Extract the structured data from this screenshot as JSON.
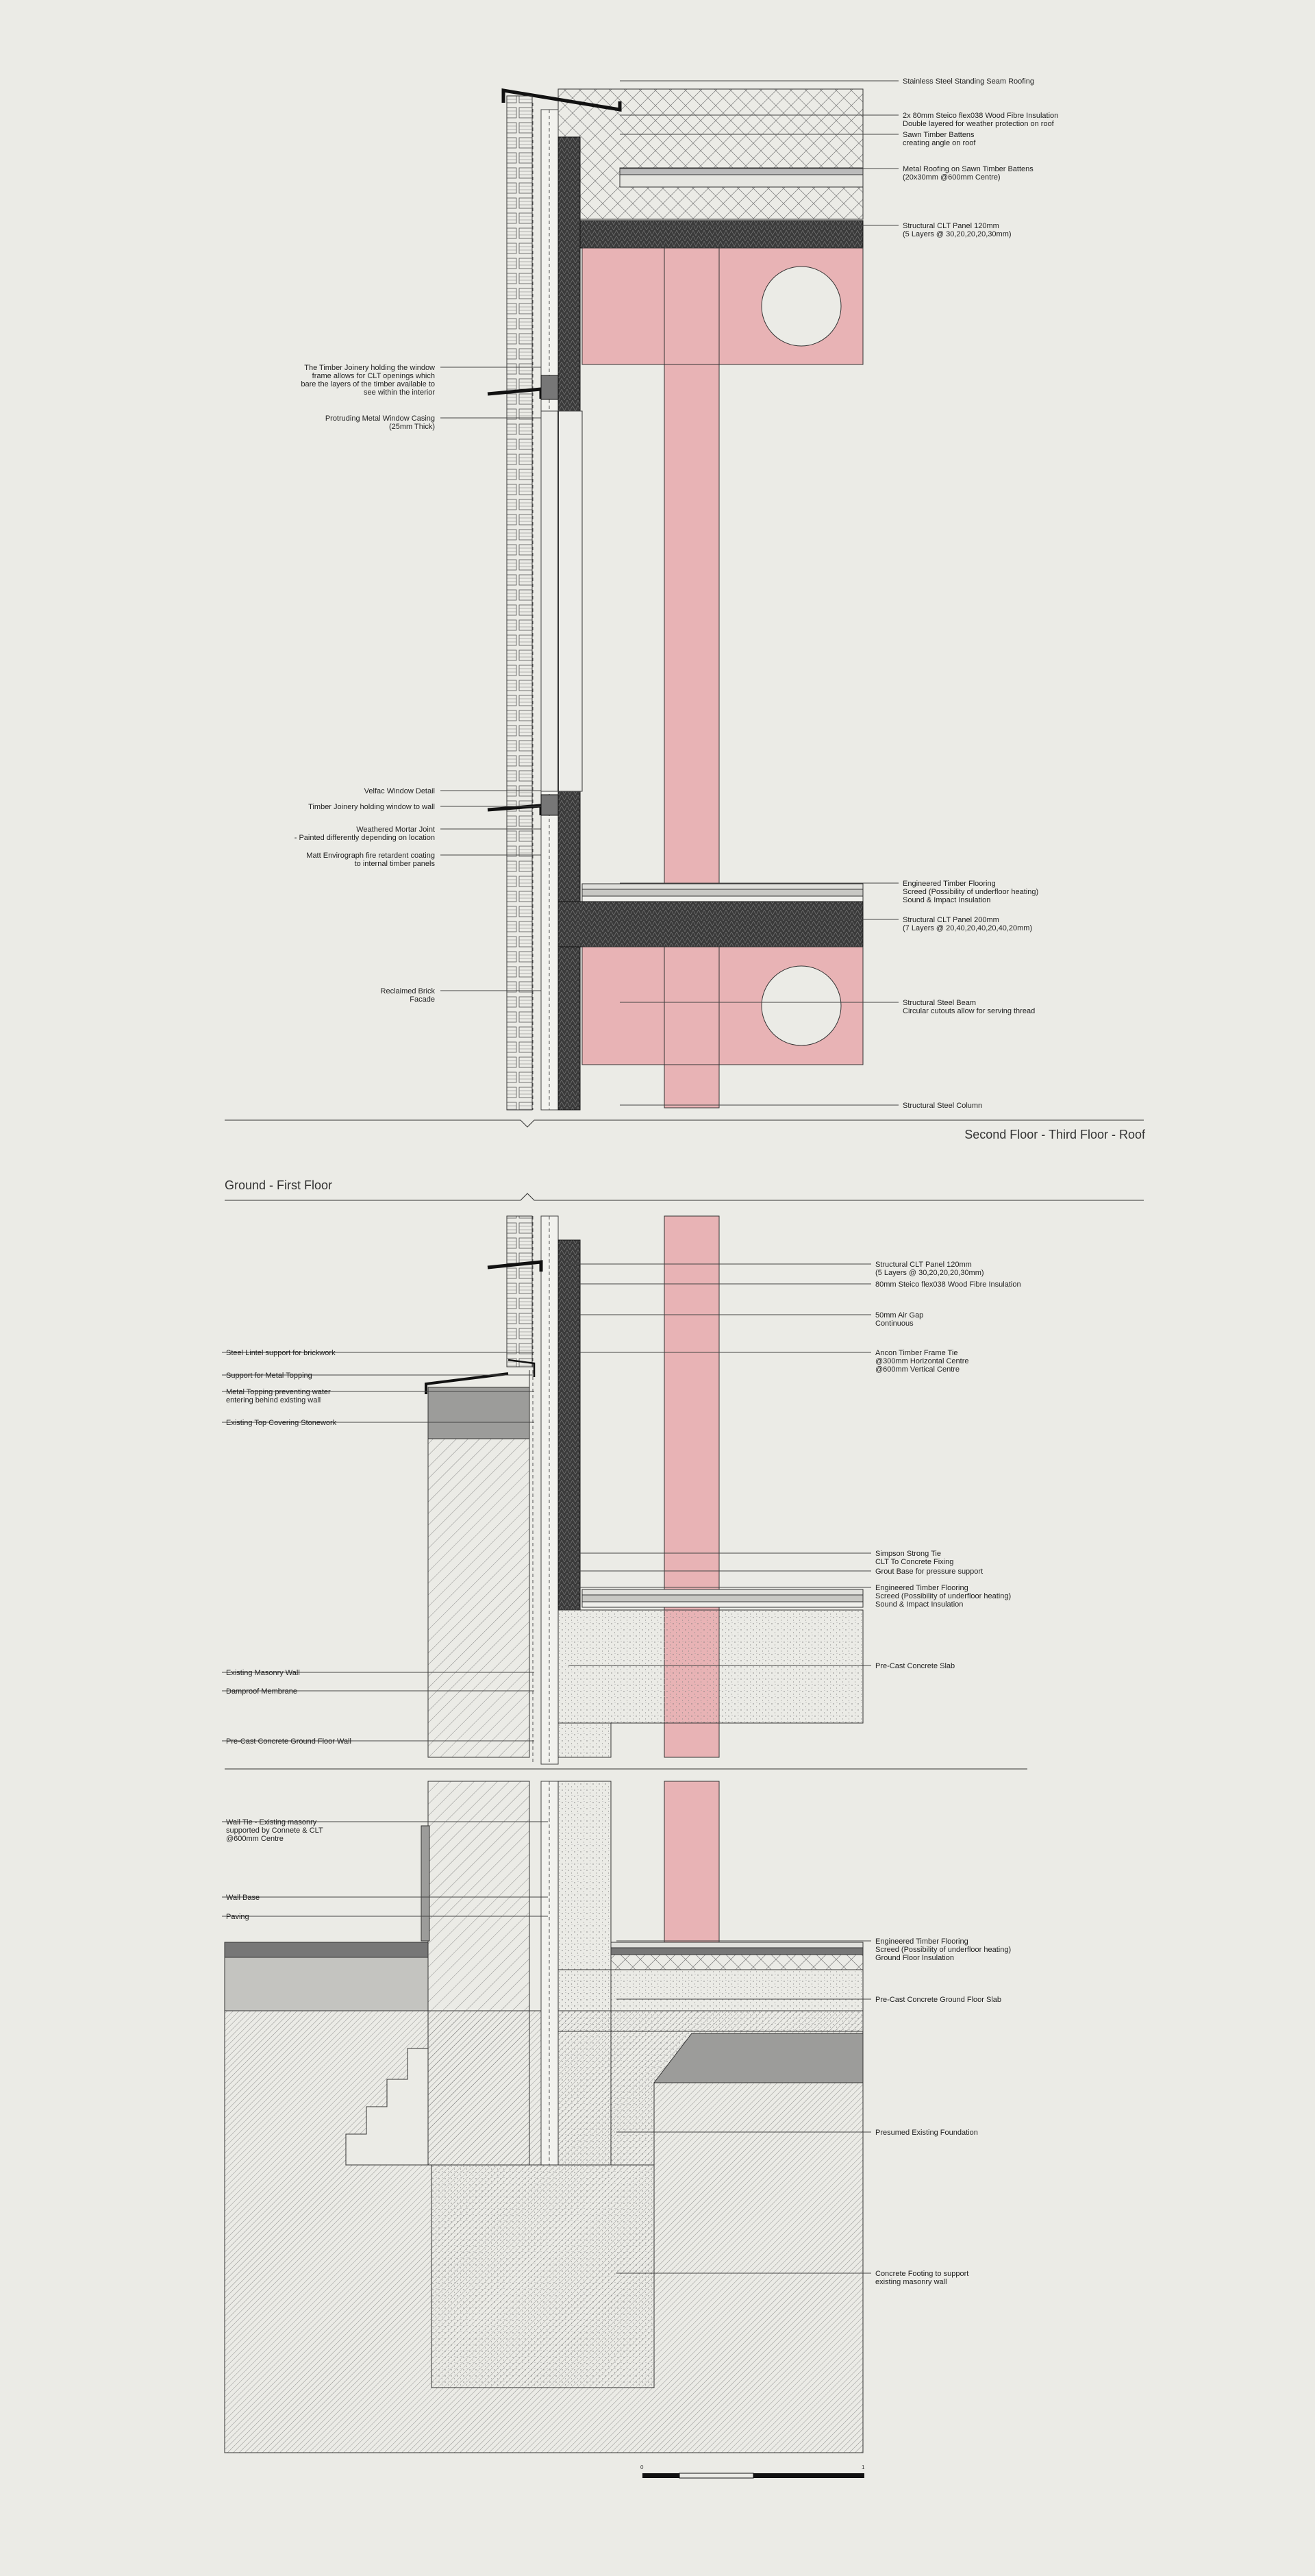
{
  "sections": {
    "upper_title": "Second Floor - Third Floor - Roof",
    "lower_title": "Ground - First Floor"
  },
  "annotations": {
    "right_upper": [
      [
        "Stainless Steel Standing Seam Roofing"
      ],
      [
        "2x 80mm Steico flex038 Wood Fibre Insulation",
        "Double layered for weather protection on roof"
      ],
      [
        "Sawn Timber Battens",
        "creating angle on roof"
      ],
      [
        "Metal Roofing on Sawn Timber Battens",
        "(20x30mm @600mm Centre)"
      ],
      [
        "Structural CLT Panel 120mm",
        "(5 Layers @ 30,20,20,20,30mm)"
      ],
      [
        "Engineered Timber Flooring",
        "Screed (Possibility of underfloor heating)",
        "Sound & Impact Insulation"
      ],
      [
        "Structural CLT Panel 200mm",
        "(7 Layers @ 20,40,20,40,20,40,20mm)"
      ],
      [
        "Structural Steel Beam",
        "Circular cutouts allow for serving thread"
      ],
      [
        "Structural Steel Column"
      ]
    ],
    "left_upper": [
      [
        "The Timber Joinery holding the window",
        "frame allows for CLT openings which",
        "bare the layers of the timber available to",
        "see within the interior"
      ],
      [
        "Protruding Metal Window Casing",
        "(25mm Thick)"
      ],
      [
        "Velfac Window Detail"
      ],
      [
        "Timber Joinery holding window to wall"
      ],
      [
        "Weathered Mortar Joint",
        "- Painted differently depending on location"
      ],
      [
        "Matt Envirograph fire retardent coating",
        "to internal timber panels"
      ],
      [
        "Reclaimed Brick",
        "Facade"
      ]
    ],
    "right_middle": [
      [
        "Structural CLT Panel 120mm",
        "(5 Layers @ 30,20,20,20,30mm)"
      ],
      [
        "80mm Steico flex038 Wood Fibre Insulation"
      ],
      [
        "50mm Air Gap",
        "Continuous"
      ],
      [
        "Ancon Timber Frame Tie",
        "@300mm Horizontal Centre",
        "@600mm Vertical Centre"
      ],
      [
        "Simpson Strong Tie",
        "CLT To Concrete Fixing"
      ],
      [
        "Grout Base for pressure support"
      ],
      [
        "Engineered Timber Flooring",
        "Screed (Possibility of underfloor heating)",
        "Sound & Impact Insulation"
      ],
      [
        "Pre-Cast Concrete Slab"
      ]
    ],
    "left_middle": [
      [
        "Steel Lintel support for brickwork"
      ],
      [
        "Support for Metal Topping"
      ],
      [
        "Metal Topping preventing water",
        "entering behind existing wall"
      ],
      [
        "Existing Top Covering Stonework"
      ],
      [
        "Existing Masonry Wall"
      ],
      [
        "Damproof Membrane"
      ],
      [
        "Pre-Cast Concrete Ground Floor Wall"
      ]
    ],
    "left_lower": [
      [
        "Wall Tie - Existing masonry",
        "supported by Connete & CLT",
        "@600mm Centre"
      ],
      [
        "Wall Base"
      ],
      [
        "Paving"
      ]
    ],
    "right_lower": [
      [
        "Engineered Timber Flooring",
        "Screed (Possibility of underfloor heating)",
        "Ground Floor Insulation"
      ],
      [
        "Pre-Cast Concrete Ground Floor Slab"
      ],
      [
        "Presumed Existing Foundation"
      ],
      [
        "Concrete Footing to support",
        "existing masonry wall"
      ]
    ]
  },
  "scale_bar": {
    "start_label": "0",
    "end_label": "1"
  },
  "colors": {
    "background": "#ebebe6",
    "steel": "#e8b3b5",
    "clt": "#3a3a3a",
    "line": "#222222",
    "concrete_fill": "#e4e4df",
    "grey_stone": "#9c9c9a"
  }
}
